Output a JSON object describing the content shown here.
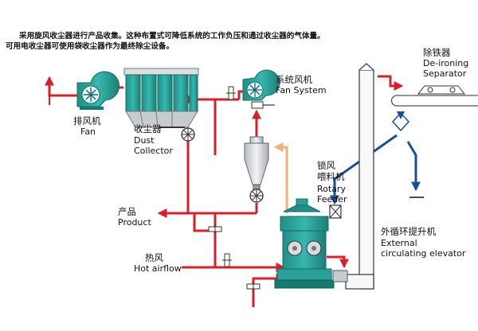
{
  "intro": {
    "line1": "采用旋风收尘器进行产品收集。这种布置式可降低系统的工作负压和通过收尘器的气体量。",
    "line2": "可用电收尘器可使用袋收尘器作为最终除尘设备。"
  },
  "labels": {
    "fan_cn": "排风机",
    "fan_en": "Fan",
    "dust_cn": "收尘器",
    "dust_en1": "Dust",
    "dust_en2": "Collector",
    "sysfan_cn": "系统风机",
    "sysfan_en": "Fan System",
    "deiron_cn": "除铁器",
    "deiron_en1": "De-ironing",
    "deiron_en2": "Separator",
    "rotary_cn1": "锁风",
    "rotary_cn2": "喂料机",
    "rotary_en1": "Rotary",
    "rotary_en2": "Feeder",
    "product_cn": "产品",
    "product_en": "Product",
    "hot_cn": "热风",
    "hot_en": "Hot airflow",
    "elev_cn": "外循环提升机",
    "elev_en1": "External",
    "elev_en2": "circulating elevator"
  },
  "colors": {
    "air": "#d8202a",
    "material": "#1a4e9c",
    "feed": "#f0b07a",
    "equipment": "#24a39a",
    "equipment_dark": "#147a73",
    "steel": "#d9dcdf"
  }
}
